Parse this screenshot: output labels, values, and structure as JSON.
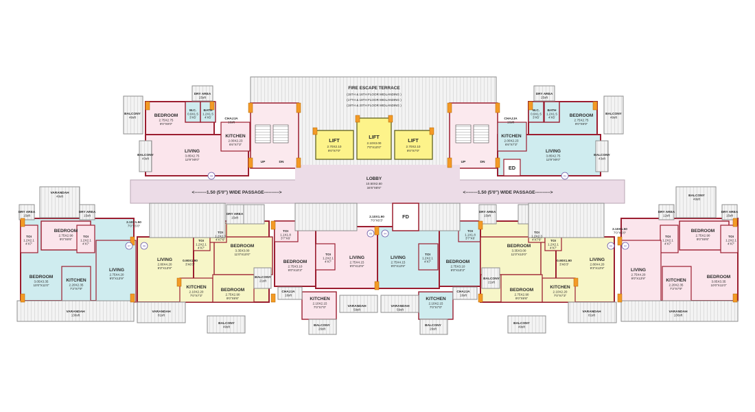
{
  "plan": {
    "terrace": {
      "title": "FIRE ESCAPE TERRACE",
      "lines": [
        "(15TH & 16TH FLOOR MIDLANDING )",
        "(17TH & 18TH FLOOR MIDLANDING )",
        "(19TH & 20TH FLOOR MIDLANDING )"
      ]
    },
    "lobby": {
      "name": "LOBBY",
      "dim": "10.50X2.60",
      "dim2": "34'6\"X8'6\""
    },
    "passage_left": "<--------1.50 (5'0\") WIDE PASSAGE---------->",
    "passage_right": "<--------1.50 (5'0\") WIDE PASSAGE---------->",
    "lifts": [
      {
        "name": "LIFT",
        "dim": "2.70X2.10",
        "dim2": "9'0\"X7'0\""
      },
      {
        "name": "LIFT",
        "dim": "2.10X3.00",
        "dim2": "7'0\"X10'0\""
      },
      {
        "name": "LIFT",
        "dim": "2.70X2.10",
        "dim2": "9'0\"X7'0\""
      }
    ],
    "stairs": {
      "up": "UP",
      "dn": "DN"
    },
    "fd": "FD",
    "ed": "ED",
    "flat_tags": [
      "01",
      "02",
      "03",
      "04",
      "05",
      "06",
      "07",
      "08"
    ],
    "rooms": [
      {
        "name": "BEDROOM",
        "dim": "2.75X2.75",
        "dim2": "9'0\"X9'0\""
      },
      {
        "name": "W.C.",
        "dim": "0.9X1.5",
        "dim2": "3'X5'"
      },
      {
        "name": "BATH",
        "dim": "1.2X1.5",
        "dim2": "4'X5'"
      },
      {
        "name": "CHAJJA",
        "dim": "16sft",
        "dim2": ""
      },
      {
        "name": "KITCHEN",
        "dim": "2.00X2.23",
        "dim2": "6'6\"X7'3\""
      },
      {
        "name": "LIVING",
        "dim": "3.85X2.75",
        "dim2": "12'9\"X9'0\""
      },
      {
        "name": "DRY AREA",
        "dim": "25sft",
        "dim2": ""
      },
      {
        "name": "BALCONY",
        "dim": "49sft",
        "dim2": ""
      },
      {
        "name": "BALCONY",
        "dim": "43sft",
        "dim2": ""
      },
      {
        "name": "BEDROOM",
        "dim": "2.75X2.75",
        "dim2": "9'0\"X9'0\""
      },
      {
        "name": "W.C.",
        "dim": "0.9X1.5",
        "dim2": "3'X5'"
      },
      {
        "name": "BATH",
        "dim": "1.2X1.5",
        "dim2": "4'X5'"
      },
      {
        "name": "CHAJJA",
        "dim": "16sft",
        "dim2": ""
      },
      {
        "name": "KITCHEN",
        "dim": "2.00X2.23",
        "dim2": "6'6\"X7'3\""
      },
      {
        "name": "LIVING",
        "dim": "3.85X2.75",
        "dim2": "12'9\"X9'0\""
      },
      {
        "name": "DRY AREA",
        "dim": "25sft",
        "dim2": ""
      },
      {
        "name": "BALCONY",
        "dim": "49sft",
        "dim2": ""
      },
      {
        "name": "BALCONY",
        "dim": "43sft",
        "dim2": ""
      },
      {
        "name": "VARANDAH",
        "dim": "49sft",
        "dim2": ""
      },
      {
        "name": "DRY AREA",
        "dim": "15sft",
        "dim2": ""
      },
      {
        "name": "DRY AREA",
        "dim": "15sft",
        "dim2": ""
      },
      {
        "name": "BEDROOM",
        "dim": "2.75X2.90",
        "dim2": "9'0\"X9'6\""
      },
      {
        "name": "TOI",
        "dim": "1.2X2.1",
        "dim2": "4'X7'"
      },
      {
        "name": "TOI",
        "dim": "1.2X2.1",
        "dim2": "4'X7'"
      },
      {
        "name": "BEDROOM",
        "dim": "3.05X3.35",
        "dim2": "10'0\"X11'0\""
      },
      {
        "name": "KITCHEN",
        "dim": "2.20X2.35",
        "dim2": "7'3\"X7'9\""
      },
      {
        "name": "LIVING",
        "dim": "2.75X4.20",
        "dim2": "9'0\"X13'9\""
      },
      {
        "name": "VARANDAH",
        "dim": "136sft",
        "dim2": ""
      },
      {
        "name": "2.10X1.50",
        "dim": "7'0\"X5'0\"",
        "dim2": ""
      },
      {
        "name": "LIVING",
        "dim": "2.80X4.20",
        "dim2": "9'3\"X13'9\""
      },
      {
        "name": "0.90X1.90",
        "dim": "3'X6'3\"",
        "dim2": ""
      },
      {
        "name": "TOI",
        "dim": "1.2X2.1",
        "dim2": "4'X7'"
      },
      {
        "name": "TOI",
        "dim": "1.2X2.3",
        "dim2": "4'X7'6\""
      },
      {
        "name": "DRY AREA",
        "dim": "15sft",
        "dim2": ""
      },
      {
        "name": "BEDROOM",
        "dim": "3.35X3.00",
        "dim2": "11'0\"X10'0\""
      },
      {
        "name": "KITCHEN",
        "dim": "2.10X2.20",
        "dim2": "7'0\"X7'3\""
      },
      {
        "name": "BEDROOM",
        "dim": "2.75X2.90",
        "dim2": "9'0\"X9'6\""
      },
      {
        "name": "BALCONY",
        "dim": "21sft",
        "dim2": ""
      },
      {
        "name": "VARANDAH",
        "dim": "81sft",
        "dim2": ""
      },
      {
        "name": "BALCONY",
        "dim": "49sft",
        "dim2": ""
      },
      {
        "name": "TOI",
        "dim": "1.1X1.8",
        "dim2": "3'7\"X6'"
      },
      {
        "name": "BEDROOM",
        "dim": "2.75X3.10",
        "dim2": "9'0\"X10'3\""
      },
      {
        "name": "TOI",
        "dim": "1.2X2.1",
        "dim2": "4'X7'"
      },
      {
        "name": "LIVING",
        "dim": "2.75X4.15",
        "dim2": "9'0\"X13'9\""
      },
      {
        "name": "CHAJJA",
        "dim": "16sft",
        "dim2": ""
      },
      {
        "name": "KITCHEN",
        "dim": "2.10X2.15",
        "dim2": "7'0\"X7'0\""
      },
      {
        "name": "VARANDAH",
        "dim": "59sft",
        "dim2": ""
      },
      {
        "name": "BALCONY",
        "dim": "26sft",
        "dim2": ""
      },
      {
        "name": "2.10X1.90",
        "dim": "7'0\"X6'3\"",
        "dim2": ""
      },
      {
        "name": "LIVING",
        "dim": "2.75X4.15",
        "dim2": "9'0\"X13'9\""
      },
      {
        "name": "TOI",
        "dim": "1.2X2.1",
        "dim2": "4'X7'"
      },
      {
        "name": "TOI",
        "dim": "1.1X1.8",
        "dim2": "3'7\"X6'"
      },
      {
        "name": "BEDROOM",
        "dim": "2.75X3.10",
        "dim2": "9'0\"X10'3\""
      },
      {
        "name": "CHAJJA",
        "dim": "16sft",
        "dim2": ""
      },
      {
        "name": "KITCHEN",
        "dim": "2.10X2.15",
        "dim2": "7'0\"X7'0\""
      },
      {
        "name": "VARANDAH",
        "dim": "59sft",
        "dim2": ""
      },
      {
        "name": "BALCONY",
        "dim": "26sft",
        "dim2": ""
      },
      {
        "name": "DRY AREA",
        "dim": "15sft",
        "dim2": ""
      },
      {
        "name": "TOI",
        "dim": "1.2X2.3",
        "dim2": "4'X7'6\""
      },
      {
        "name": "BEDROOM",
        "dim": "3.35X3.00",
        "dim2": "11'0\"X10'0\""
      },
      {
        "name": "TOI",
        "dim": "1.2X2.1",
        "dim2": "4'X7'"
      },
      {
        "name": "BALCONY",
        "dim": "21sft",
        "dim2": ""
      },
      {
        "name": "BEDROOM",
        "dim": "2.75X2.90",
        "dim2": "9'0\"X9'6\""
      },
      {
        "name": "KITCHEN",
        "dim": "2.10X2.20",
        "dim2": "7'0\"X7'3\""
      },
      {
        "name": "0.90X1.90",
        "dim": "3'X6'3\"",
        "dim2": ""
      },
      {
        "name": "LIVING",
        "dim": "2.80X4.20",
        "dim2": "9'3\"X13'9\""
      },
      {
        "name": "VARANDAH",
        "dim": "81sft",
        "dim2": ""
      },
      {
        "name": "BALCONY",
        "dim": "49sft",
        "dim2": ""
      },
      {
        "name": "2.10X1.50",
        "dim": "7'0\"X5'0\"",
        "dim2": ""
      },
      {
        "name": "BALCONY",
        "dim": "49sft",
        "dim2": ""
      },
      {
        "name": "DRY AREA",
        "dim": "12sft",
        "dim2": ""
      },
      {
        "name": "DRY AREA",
        "dim": "15sft",
        "dim2": ""
      },
      {
        "name": "BEDROOM",
        "dim": "2.75X2.90",
        "dim2": "9'0\"X9'6\""
      },
      {
        "name": "TOI",
        "dim": "1.2X2.1",
        "dim2": "4'X7'"
      },
      {
        "name": "TOI",
        "dim": "1.2X2.1",
        "dim2": "4'X7'"
      },
      {
        "name": "LIVING",
        "dim": "2.75X4.20",
        "dim2": "9'0\"X13'9\""
      },
      {
        "name": "KITCHEN",
        "dim": "2.20X2.35",
        "dim2": "7'3\"X7'9\""
      },
      {
        "name": "BEDROOM",
        "dim": "3.05X3.35",
        "dim2": "10'0\"X11'0\""
      },
      {
        "name": "VARANDAH",
        "dim": "136sft",
        "dim2": ""
      }
    ]
  },
  "colors": {
    "wall": "#9b1d2f",
    "pink": "#fbe5ec",
    "cyan": "#cfecef",
    "yellow": "#f7f6c8",
    "lift": "#fdf38a",
    "lobby": "#ecdce7",
    "gray": "#e9e9ea",
    "column": "#f39a26"
  }
}
